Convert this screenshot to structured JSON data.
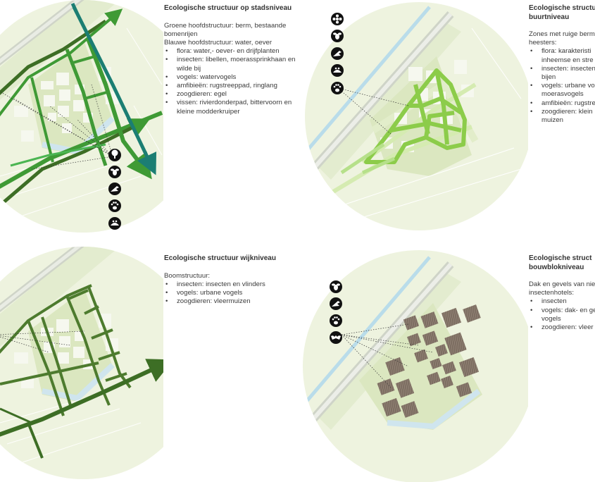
{
  "panels": [
    {
      "title": "Ecologische structuur op stadsniveau",
      "intro_lines": [
        "Groene hoofdstructuur: berm, bestaande bomenrijen",
        "Blauwe hoofdstructuur: water, oever"
      ],
      "items": [
        "flora: water,- oever- en drijfplanten",
        "insecten: libellen, moerassprinkhaan en wilde bij",
        "vogels: watervogels",
        "amfibieën: rugstreeppad, ringlang",
        "zoogdieren: egel",
        "vissen: rivierdonderpad, bittervoorn en kleine modderkruiper"
      ],
      "icons": [
        "tree-icon",
        "bee-icon",
        "bird-icon",
        "paw-icon",
        "frog-icon"
      ]
    },
    {
      "title": "Ecologische structuur buurtniveau",
      "intro_lines": [
        "Zones met ruige berm heesters:"
      ],
      "items": [
        "flora: karakteristi inheemse en stre",
        "insecten: insecten bijen",
        "vogels: urbane vo moerasvogels",
        "amfibieën: rugstre",
        "zoogdieren: klein muizen"
      ],
      "icons": [
        "flower-icon",
        "bee-icon",
        "bird-icon",
        "frog-icon",
        "paw-icon"
      ]
    },
    {
      "title": "Ecologische structuur wijkniveau",
      "intro_lines": [
        "Boomstructuur:"
      ],
      "items": [
        "insecten: insecten en vlinders",
        "vogels: urbane vogels",
        "zoogdieren: vleermuizen"
      ],
      "icons": []
    },
    {
      "title": "Ecologische struct bouwblokniveau",
      "intro_lines": [
        "Dak en gevels van nie insectenhotels:"
      ],
      "items": [
        "insecten",
        "vogels: dak- en ge vogels",
        "zoogdieren: vleer"
      ],
      "icons": [
        "bee-icon",
        "bird-icon",
        "paw-icon",
        "bat-icon"
      ]
    }
  ],
  "colors": {
    "map_base": "#eef3df",
    "map_block": "#dbe7c0",
    "water": "#cfe5ee",
    "green_main": "#3f9a35",
    "green_dark": "#3d6e25",
    "green_light": "#8ccc4a",
    "teal": "#1b7e73",
    "roof": "#7d6e62"
  }
}
